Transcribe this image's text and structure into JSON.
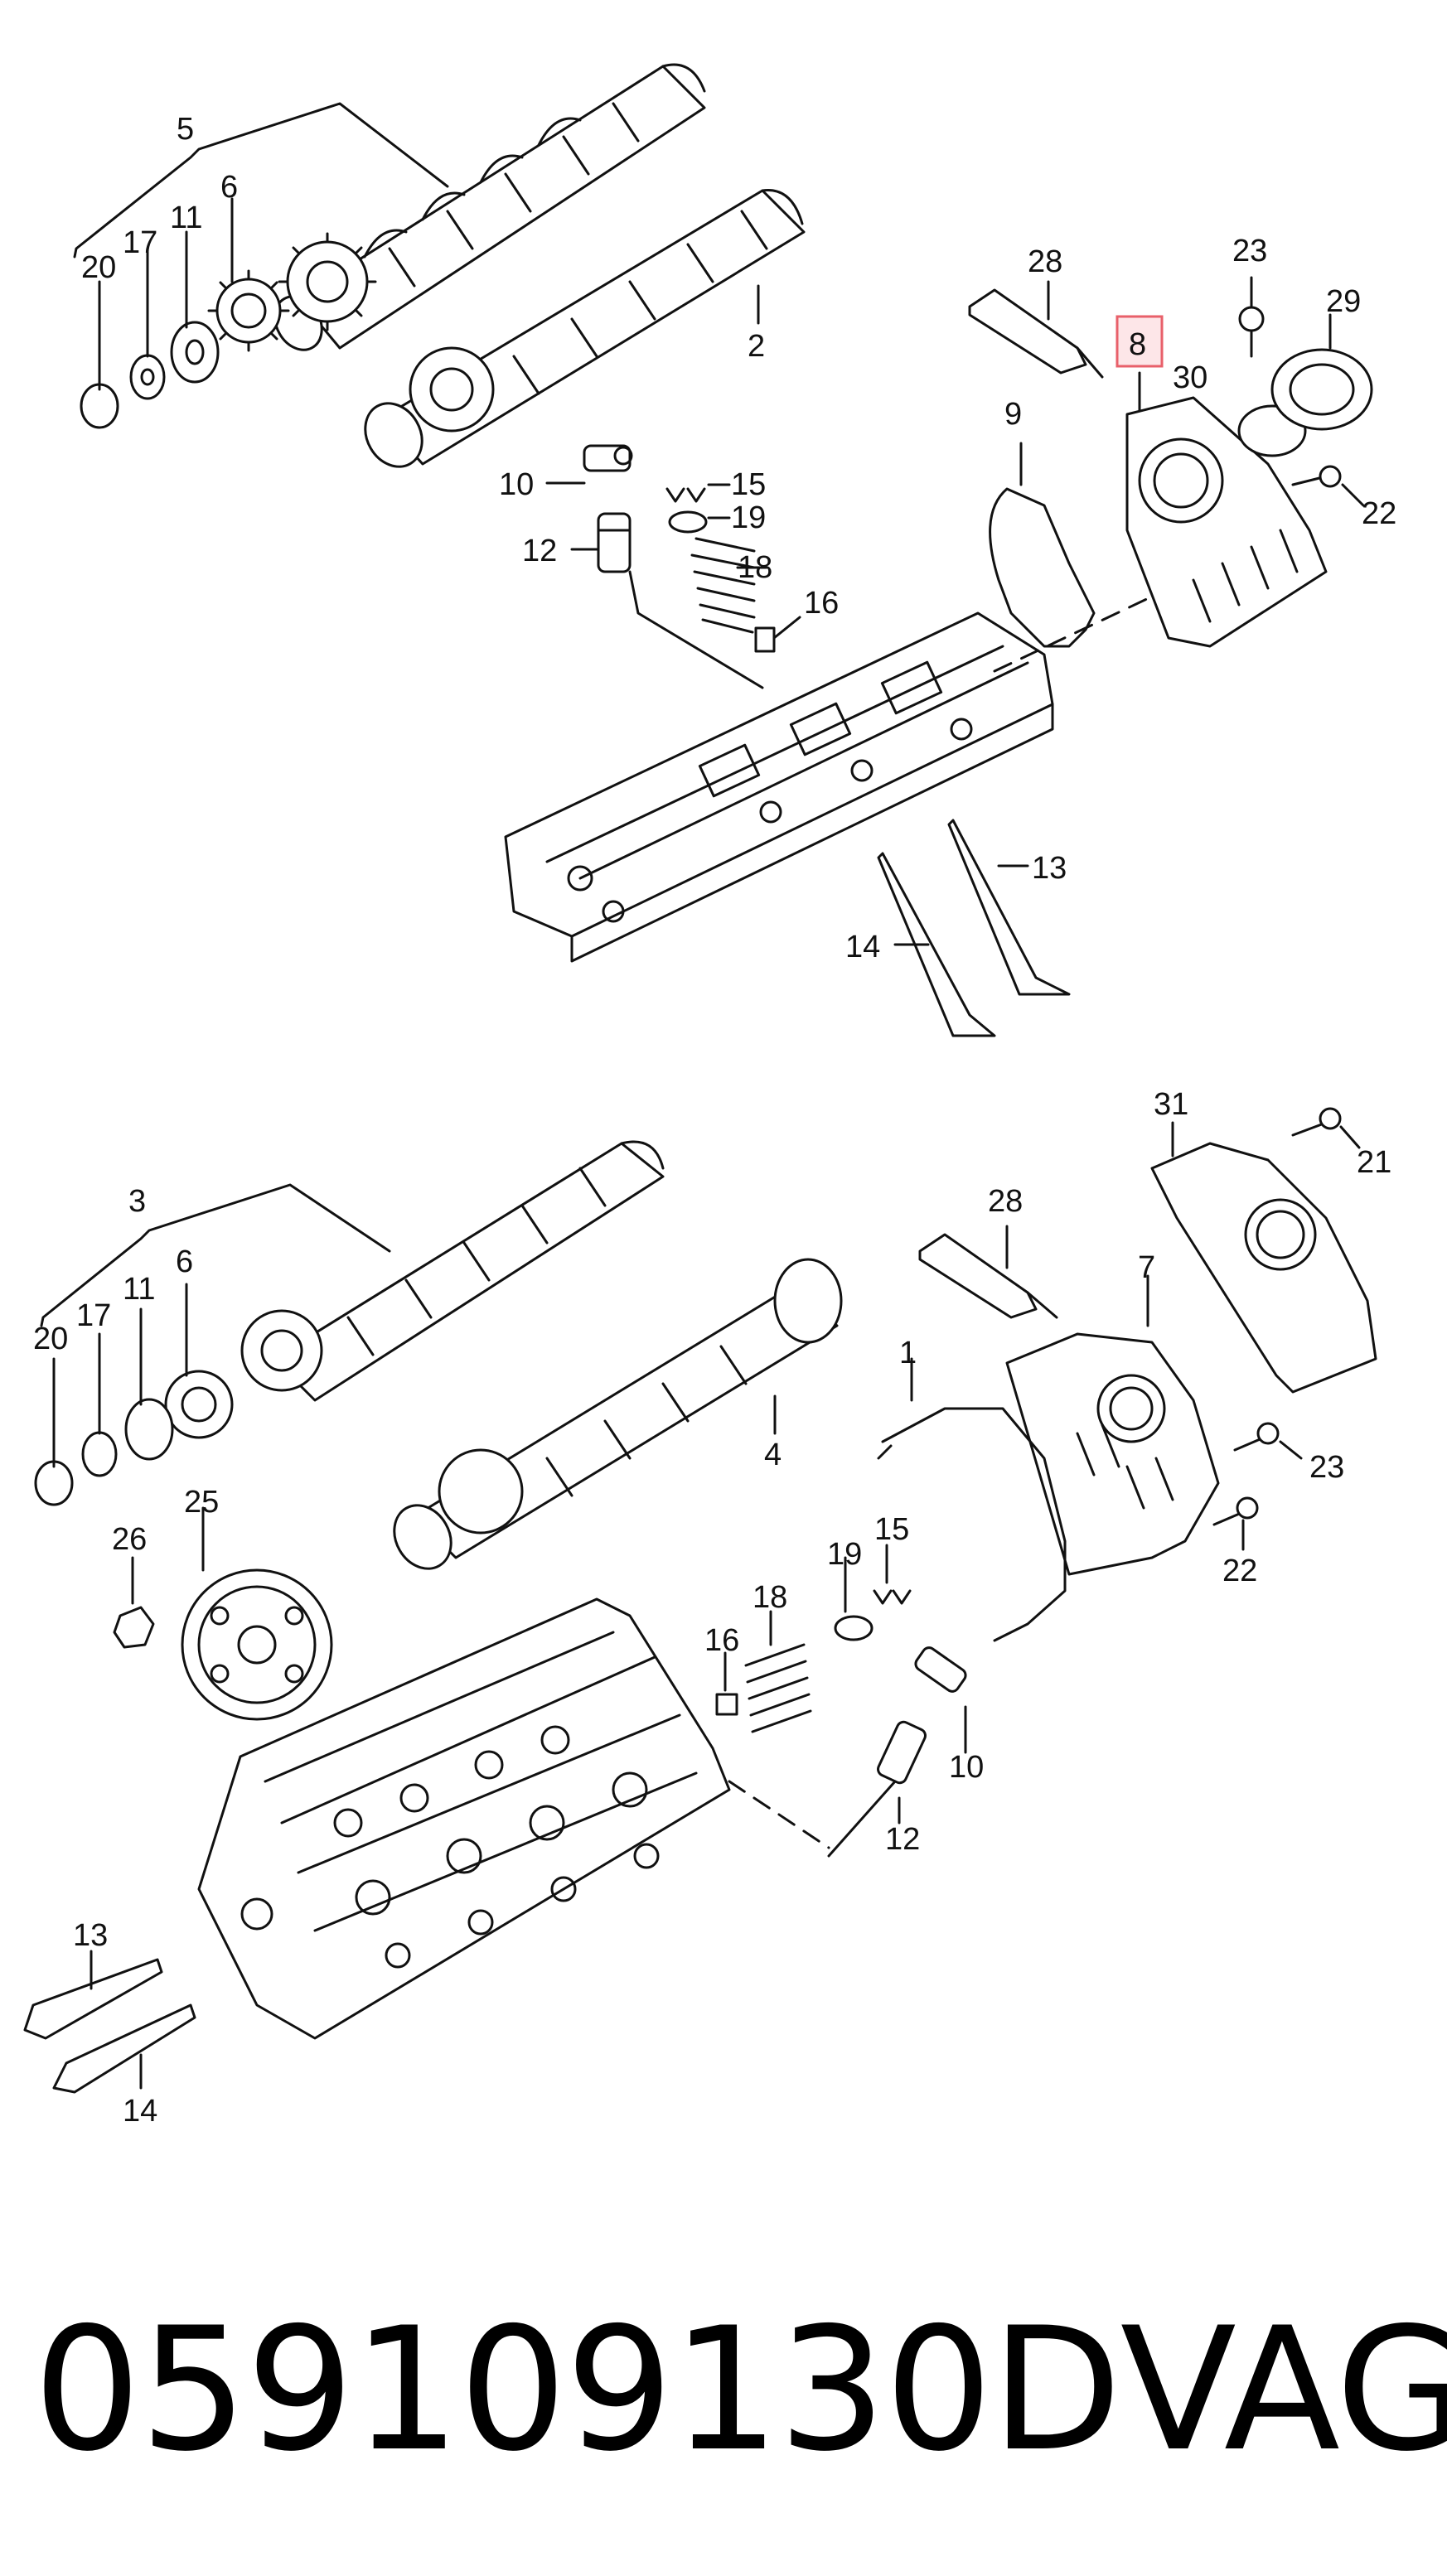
{
  "callouts": {
    "c5": "5",
    "c2": "2",
    "c6": "6",
    "c11": "11",
    "c17": "17",
    "c20": "20",
    "c28": "28",
    "c8": "8",
    "c23": "23",
    "c29": "29",
    "c30": "30",
    "c9": "9",
    "c22": "22",
    "c10": "10",
    "c15": "15",
    "c19": "19",
    "c12": "12",
    "c18": "18",
    "c16": "16",
    "c13": "13",
    "c14": "14",
    "d3": "3",
    "d6": "6",
    "d11": "11",
    "d17": "17",
    "d20": "20",
    "d28": "28",
    "d31": "31",
    "d21": "21",
    "d7": "7",
    "d1": "1",
    "d4": "4",
    "d23": "23",
    "d22": "22",
    "d26": "26",
    "d25": "25",
    "d19": "19",
    "d15": "15",
    "d18": "18",
    "d16": "16",
    "d10": "10",
    "d12": "12",
    "d13": "13",
    "d14": "14"
  },
  "highlighted_callout": "8",
  "highlight_color": "#e8606a",
  "part_number": "059109130D",
  "brand": "VAG"
}
